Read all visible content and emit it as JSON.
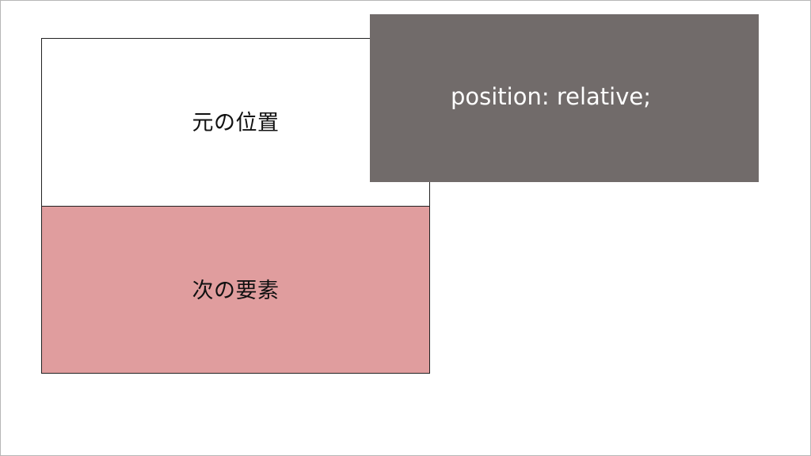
{
  "diagram": {
    "original_position_label": "元の位置",
    "next_element_label": "次の要素",
    "relative_box_label": "position: relative;"
  },
  "colors": {
    "next_element_fill": "#e09d9e",
    "relative_box_fill": "#716b6a",
    "border": "#222222",
    "text_dark": "#111111",
    "text_light": "#ffffff"
  }
}
